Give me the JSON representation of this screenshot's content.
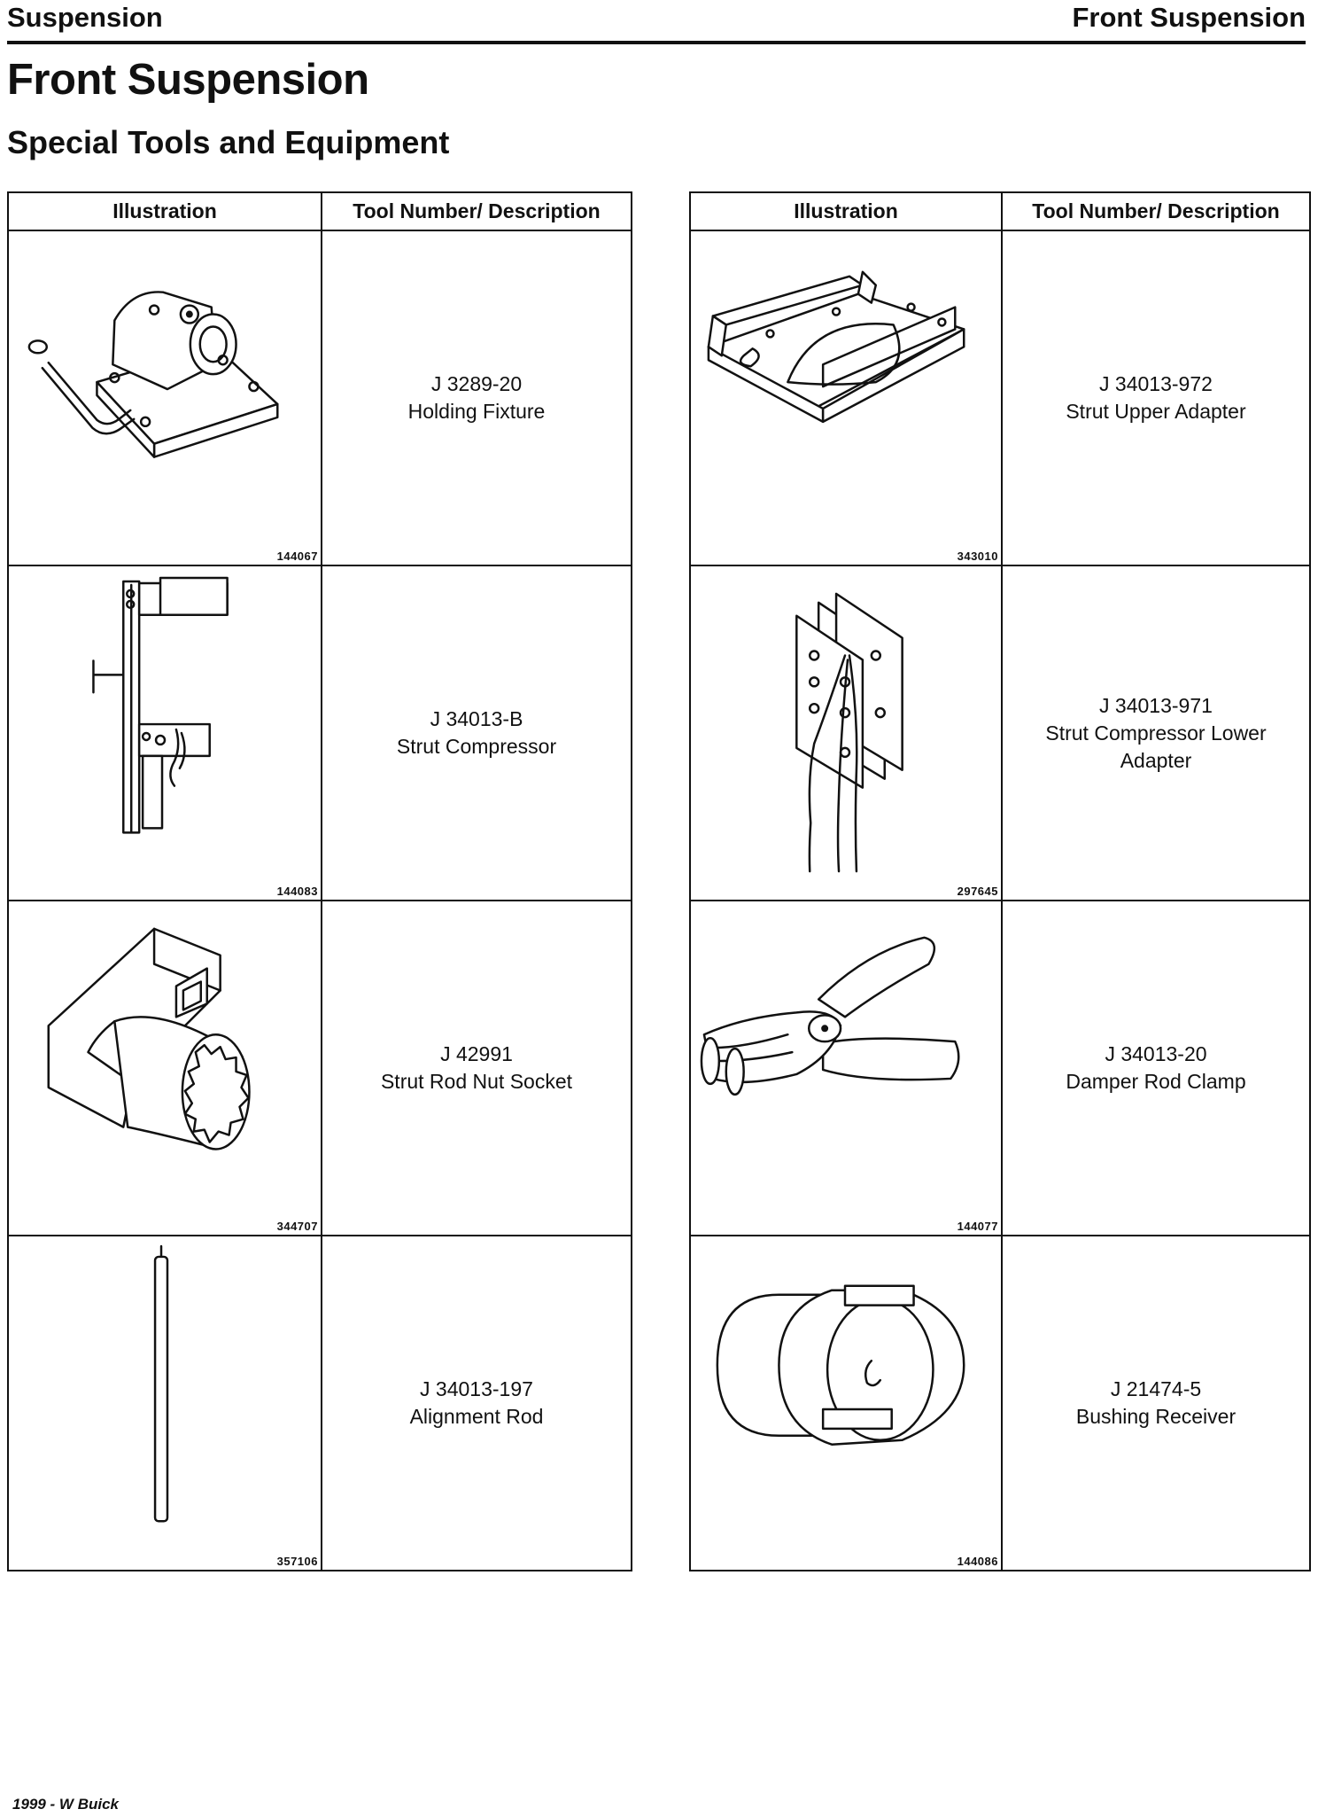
{
  "header": {
    "left": "Suspension",
    "right": "Front Suspension"
  },
  "page_title": "Front Suspension",
  "section_title": "Special Tools and Equipment",
  "table_headers": {
    "illustration": "Illustration",
    "description": "Tool Number/ Description"
  },
  "left_tools": [
    {
      "figure": "144067",
      "number": "J 3289-20",
      "description": "Holding Fixture",
      "icon": "holding-fixture-icon"
    },
    {
      "figure": "144083",
      "number": "J 34013-B",
      "description": "Strut Compressor",
      "icon": "strut-compressor-icon"
    },
    {
      "figure": "344707",
      "number": "J 42991",
      "description": "Strut Rod Nut Socket",
      "icon": "socket-icon"
    },
    {
      "figure": "357106",
      "number": "J 34013-197",
      "description": "Alignment Rod",
      "icon": "rod-icon"
    }
  ],
  "right_tools": [
    {
      "figure": "343010",
      "number": "J 34013-972",
      "description": "Strut Upper Adapter",
      "icon": "upper-adapter-icon"
    },
    {
      "figure": "297645",
      "number": "J 34013-971",
      "description": "Strut Compressor Lower Adapter",
      "icon": "lower-adapter-icon"
    },
    {
      "figure": "144077",
      "number": "J 34013-20",
      "description": "Damper Rod Clamp",
      "icon": "clamp-icon"
    },
    {
      "figure": "144086",
      "number": "J 21474-5",
      "description": "Bushing Receiver",
      "icon": "bushing-receiver-icon"
    }
  ],
  "footer": "1999 - W Buick"
}
